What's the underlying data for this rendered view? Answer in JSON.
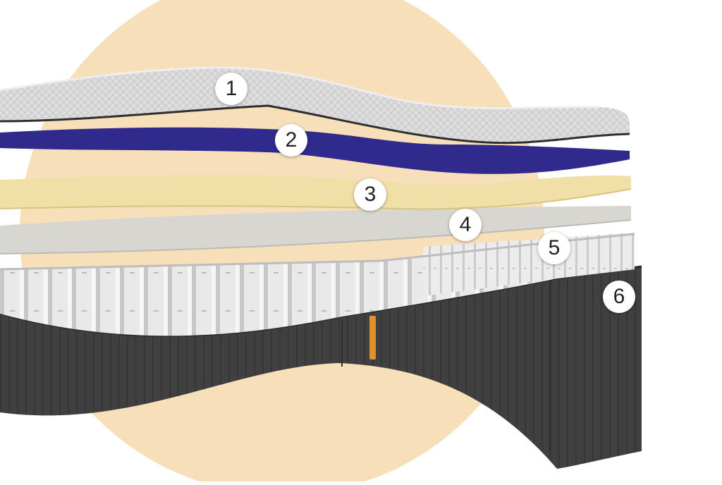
{
  "colors": {
    "backdrop": "#f7dfb9",
    "top_cover": "#dcdcdc",
    "blue_foam": "#2f2a8c",
    "yellow_foam": "#f0dfa6",
    "grey_foam": "#d8d6d0",
    "springs": "#e6e6e6",
    "base": "#3f3f3f",
    "label_tag": "#e0912a"
  },
  "layers": [
    {
      "number": "1",
      "icon": "knit-cover-icon"
    },
    {
      "number": "2",
      "icon": "blue-foam-layer-icon"
    },
    {
      "number": "3",
      "icon": "yellow-foam-layer-icon"
    },
    {
      "number": "4",
      "icon": "grey-foam-layer-icon"
    },
    {
      "number": "5",
      "icon": "pocket-springs-icon"
    },
    {
      "number": "6",
      "icon": "knit-base-icon"
    }
  ]
}
